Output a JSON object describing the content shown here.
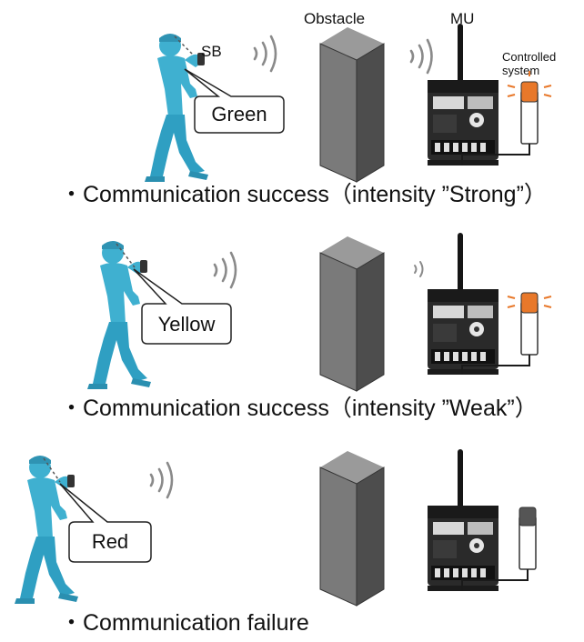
{
  "labels": {
    "sb": "SB",
    "obstacle": "Obstacle",
    "mu": "MU",
    "controlled_line1": "Controlled",
    "controlled_line2": "system"
  },
  "scenarios": [
    {
      "bubble": "Green",
      "caption": "・Communication success（intensity ”Strong”）",
      "lamp_lit": true,
      "signal": "strong"
    },
    {
      "bubble": "Yellow",
      "caption": "・Communication success（intensity ”Weak”）",
      "lamp_lit": true,
      "signal": "weak"
    },
    {
      "bubble": "Red",
      "caption": "・Communication failure",
      "lamp_lit": false,
      "signal": "none"
    }
  ],
  "colors": {
    "person": "#3fb0d0",
    "lamp_lit": "#e8782a",
    "lamp_off": "#555555",
    "obstacle": "#6e6e6e",
    "wave": "#8a8a8a"
  }
}
